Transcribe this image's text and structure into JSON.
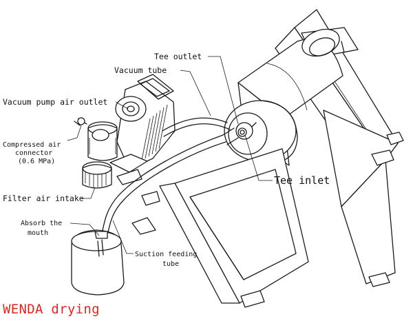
{
  "labels": {
    "tee_outlet": "Tee outlet",
    "vacuum_tube": "Vacuum tube",
    "vacuum_pump_air_outlet": "Vacuum pump air outlet",
    "compressed_air_line1": "Compressed air",
    "compressed_air_line2": "connector",
    "compressed_air_line3": "(0.6 MPa)",
    "tee_inlet": "Tee inlet",
    "filter_air_intake": "Filter air intake",
    "absorb_line1": "Absorb the",
    "absorb_line2": "mouth",
    "suction_line1": "Suction feeding",
    "suction_line2": "tube"
  },
  "caption": "WENDA drying",
  "colors": {
    "ink": "#1a1a1a",
    "caption": "#d22a22",
    "background": "#ffffff"
  }
}
